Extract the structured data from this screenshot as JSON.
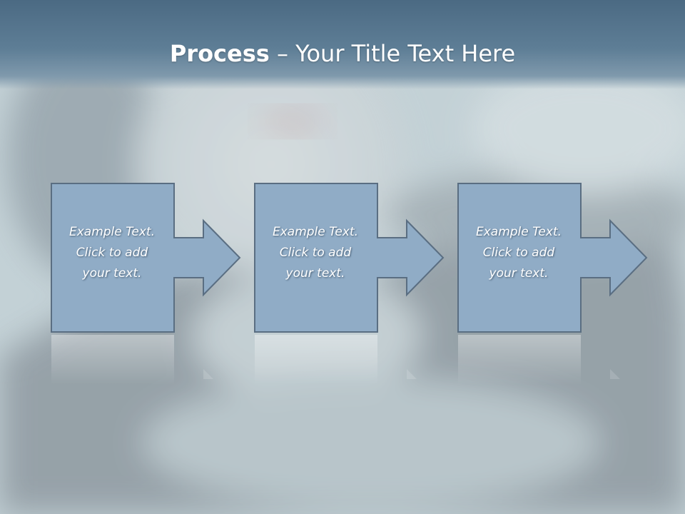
{
  "title": {
    "bold": "Process",
    "rest": " – Your Title Text Here"
  },
  "colors": {
    "title_bar": "#557590",
    "box_fill": "#90acc6",
    "box_stroke": "#5a6e82",
    "text": "#ffffff"
  },
  "steps": [
    {
      "text": "Example Text.\nClick  to add\nyour text."
    },
    {
      "text": "Example Text.\nClick  to add\nyour text."
    },
    {
      "text": "Example Text.\nClick  to add\nyour text."
    }
  ]
}
